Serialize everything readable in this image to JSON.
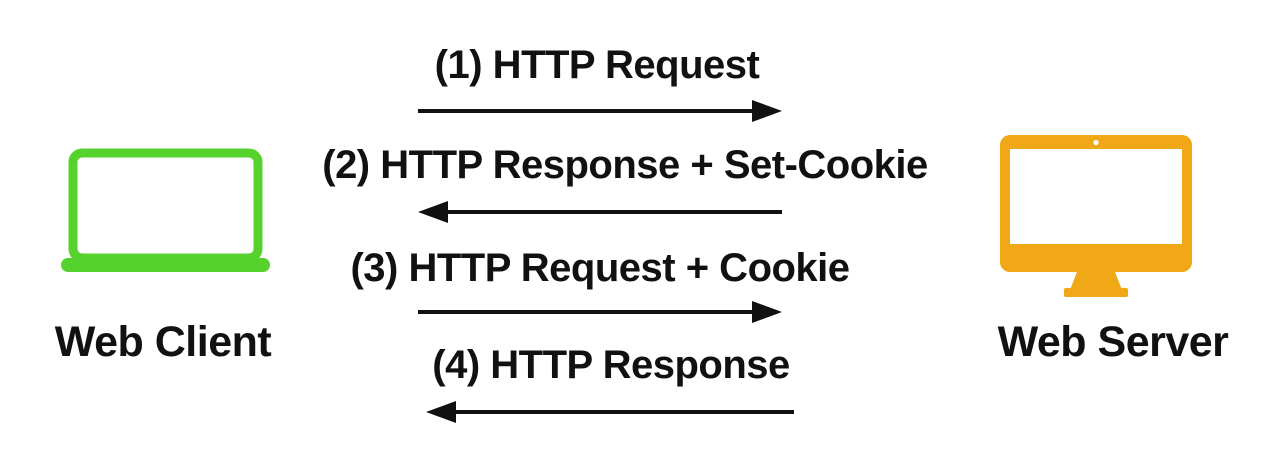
{
  "diagram": {
    "client": {
      "label": "Web Client",
      "icon": "laptop-icon"
    },
    "server": {
      "label": "Web Server",
      "icon": "monitor-icon"
    },
    "steps": [
      {
        "label": "(1) HTTP Request",
        "direction": "right"
      },
      {
        "label": "(2) HTTP Response + Set-Cookie",
        "direction": "left"
      },
      {
        "label": "(3) HTTP Request + Cookie",
        "direction": "right"
      },
      {
        "label": "(4) HTTP Response",
        "direction": "left"
      }
    ],
    "colors": {
      "client": "#56d22d",
      "server": "#f0a816",
      "ink": "#111111",
      "background": "#ffffff"
    }
  }
}
